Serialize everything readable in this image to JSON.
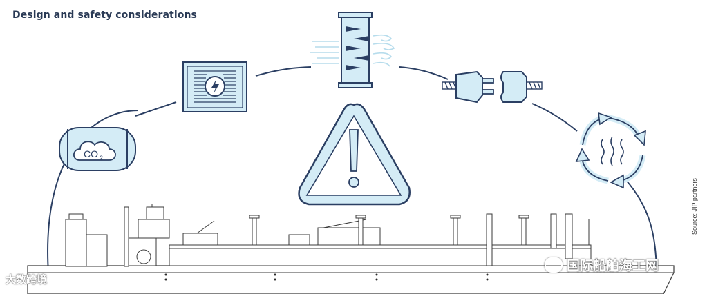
{
  "diagram": {
    "title": "Design and safety considerations",
    "source_note": "Source: JIP partners",
    "co2_label": "CO",
    "co2_subscript": "2",
    "colors": {
      "stroke": "#2b3f63",
      "fill_light": "#d4ecf6",
      "fill_white": "#ffffff",
      "ship_stroke": "#3a3a3a"
    },
    "icons": [
      "co2-tank-icon",
      "battery-pack-icon",
      "radiator-column-icon",
      "plug-connector-icon",
      "heat-cycle-icon",
      "warning-triangle-icon"
    ]
  },
  "watermarks": {
    "left": "大数跨境",
    "right": "国际船舶海工网"
  }
}
